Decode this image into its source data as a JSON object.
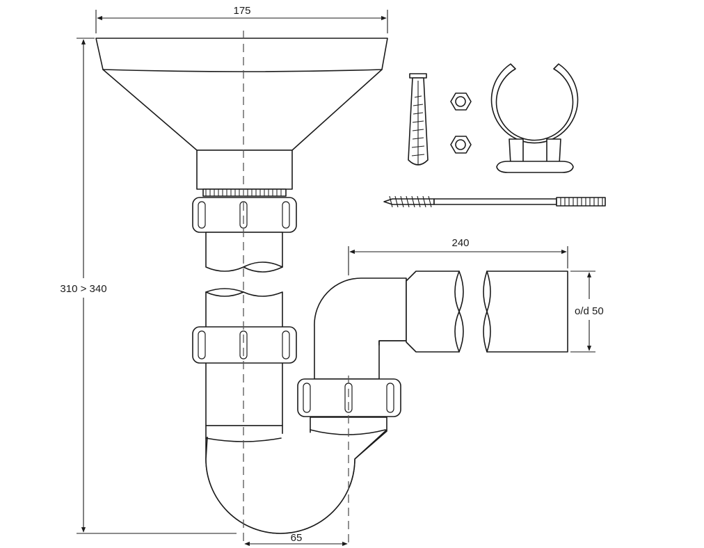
{
  "dimensions": {
    "top_width": "175",
    "overall_height": "310 > 340",
    "outlet_length": "240",
    "outlet_diameter": "o/d 50",
    "centre_spacing": "65"
  },
  "parts": [
    "tundish-funnel",
    "upper-compression-nut",
    "lower-compression-nut",
    "p-trap-bend",
    "outlet-compression-nut",
    "outlet-pipe",
    "wall-plug",
    "hex-nut",
    "pipe-clip",
    "hanger-bolt"
  ]
}
